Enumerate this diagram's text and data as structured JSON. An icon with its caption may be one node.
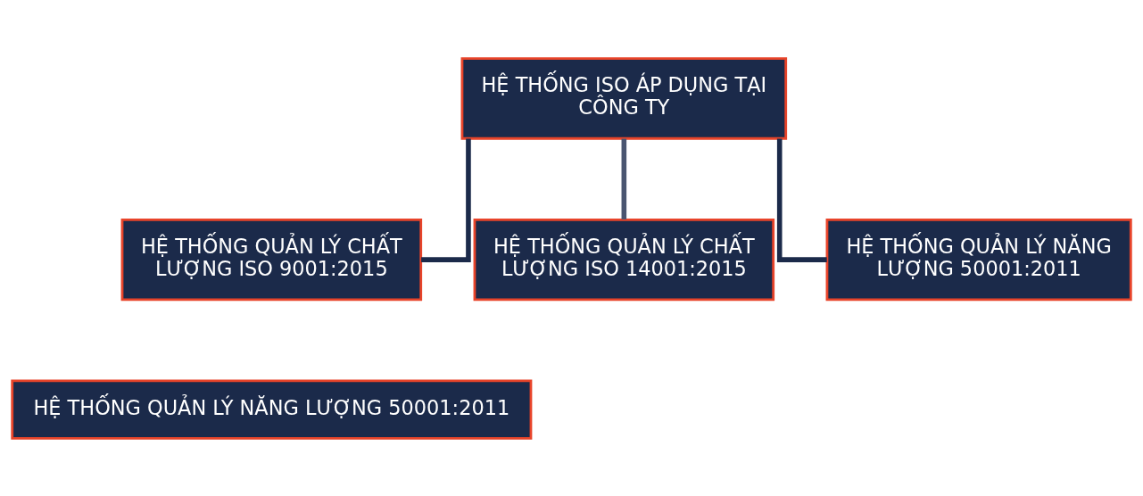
{
  "diagram": {
    "nodes": [
      {
        "text": [
          "HỆ THỐNG ISO ÁP DỤNG TẠI CÔNG TY"
        ]
      },
      {
        "text": [
          "HỆ THỐNG QUẢN LÝ CHẤT LƯỢNG ISO 9001:2015"
        ]
      },
      {
        "text": [
          "HỆ THỐNG QUẢN LÝ CHẤT LƯỢNG ISO 14001:2015"
        ]
      },
      {
        "text": [
          "HỆ THỐNG QUẢN LÝ NĂNG LƯỢNG 50001:2011"
        ]
      },
      {
        "text": [
          "HỆ THỐNG QUẢN LÝ NĂNG LƯỢNG 50001:2011"
        ]
      }
    ],
    "edges": [
      {
        "from": 0,
        "to": 1,
        "arrow": "none"
      },
      {
        "from": 0,
        "to": 2,
        "arrow": "none",
        "color": "#4a5570"
      },
      {
        "from": 0,
        "to": 3,
        "arrow": "none"
      }
    ]
  }
}
